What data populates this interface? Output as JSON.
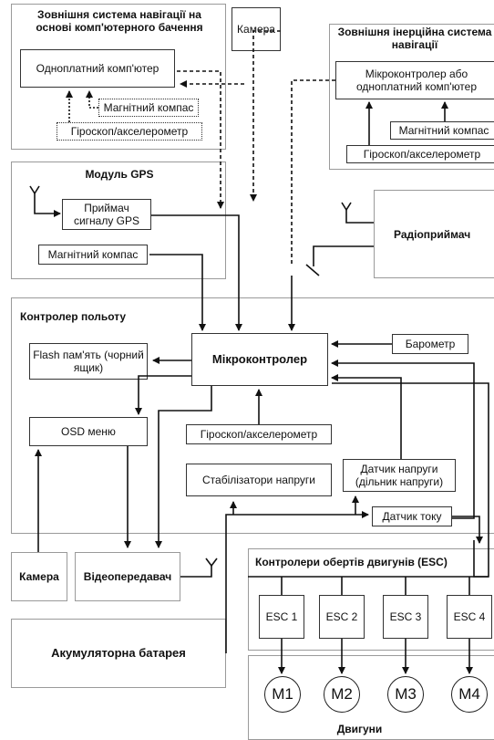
{
  "groups": {
    "vision_nav": "Зовнішня система навігації на основі комп'ютерного бачення",
    "inertial_nav": "Зовнішня інерційна система навігації",
    "gps_module": "Модуль GPS",
    "flight_controller": "Контролер польоту",
    "esc_group": "Контролери обертів двигунів (ESC)",
    "motors_group": "Двигуни"
  },
  "boxes": {
    "camera_top": "Камера",
    "sbc": "Одноплатний комп'ютер",
    "mag_compass_vision": "Магнітний компас",
    "gyro_vision": "Гіроскоп/акселерометр",
    "mcu_or_sbc": "Мікроконтролер або одноплатний комп'ютер",
    "mag_compass_inertial": "Магнітний компас",
    "gyro_inertial": "Гіроскоп/акселерометр",
    "gps_receiver": "Приймач сигналу GPS",
    "mag_compass_gps": "Магнітний компас",
    "radio_receiver": "Радіоприймач",
    "microcontroller": "Мікроконтролер",
    "flash_memory": "Flash пам'ять (чорний ящик)",
    "barometer": "Барометр",
    "osd_menu": "OSD меню",
    "gyro_fc": "Гіроскоп/акселерометр",
    "voltage_stabilizers": "Стабілізатори напруги",
    "voltage_sensor": "Датчик напруги (дільник напруги)",
    "current_sensor": "Датчик току",
    "camera_bottom": "Камера",
    "video_transmitter": "Відеопередавач",
    "battery": "Акумуляторна батарея"
  },
  "esc": [
    "ESC 1",
    "ESC 2",
    "ESC 3",
    "ESC 4"
  ],
  "motors": [
    "M1",
    "M2",
    "M3",
    "M4"
  ],
  "colors": {
    "line": "#111111",
    "group_border": "#9a9a9a",
    "background": "#ffffff"
  }
}
